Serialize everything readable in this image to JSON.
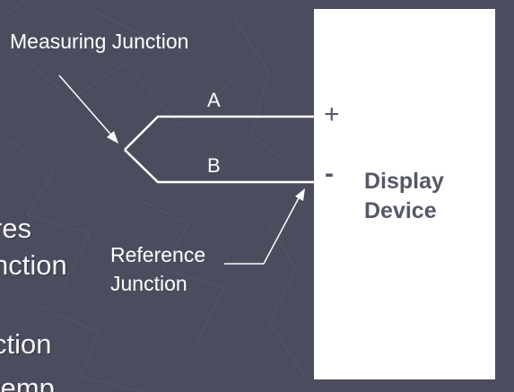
{
  "slide": {
    "background_color": "#4b4d5e",
    "partial_text": [
      "res",
      "nction",
      "ction",
      "temp"
    ]
  },
  "diagram": {
    "measuring_junction_label": "Measuring Junction",
    "wire_a_label": "A",
    "wire_b_label": "B",
    "plus_label": "+",
    "minus_label": "-",
    "reference_junction_label": "Reference Junction",
    "display_device_label": "Display Device",
    "wire_color": "#ffffff",
    "display_box_color": "#ffffff",
    "display_text_color": "#555868"
  }
}
